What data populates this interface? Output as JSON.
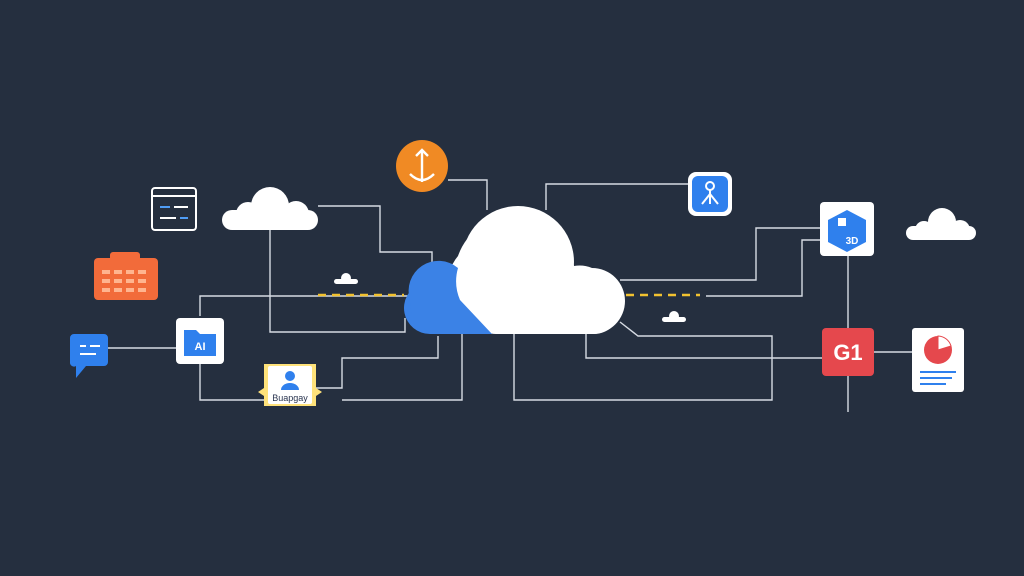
{
  "colors": {
    "background": "#252f3f",
    "line": "#d6dbe3",
    "cloud": "#ffffff",
    "cloud_blue": "#3b82e6",
    "dash": "#f2c230",
    "orange": "#f08a24",
    "red": "#e5484d",
    "blue": "#2f80ed"
  },
  "nodes": {
    "folder_label": "AI",
    "badge_label": "Buapgay",
    "cube_label": "3D",
    "g_tile_label": "G1"
  },
  "icons": [
    "terminal-window-icon",
    "small-cloud-icon",
    "calendar-grid-icon",
    "chat-bubble-icon",
    "folder-icon",
    "user-badge-icon",
    "anchor-icon",
    "central-cloud-icon",
    "rocket-icon",
    "cube-icon",
    "g-tile-icon",
    "pie-chart-document-icon"
  ]
}
